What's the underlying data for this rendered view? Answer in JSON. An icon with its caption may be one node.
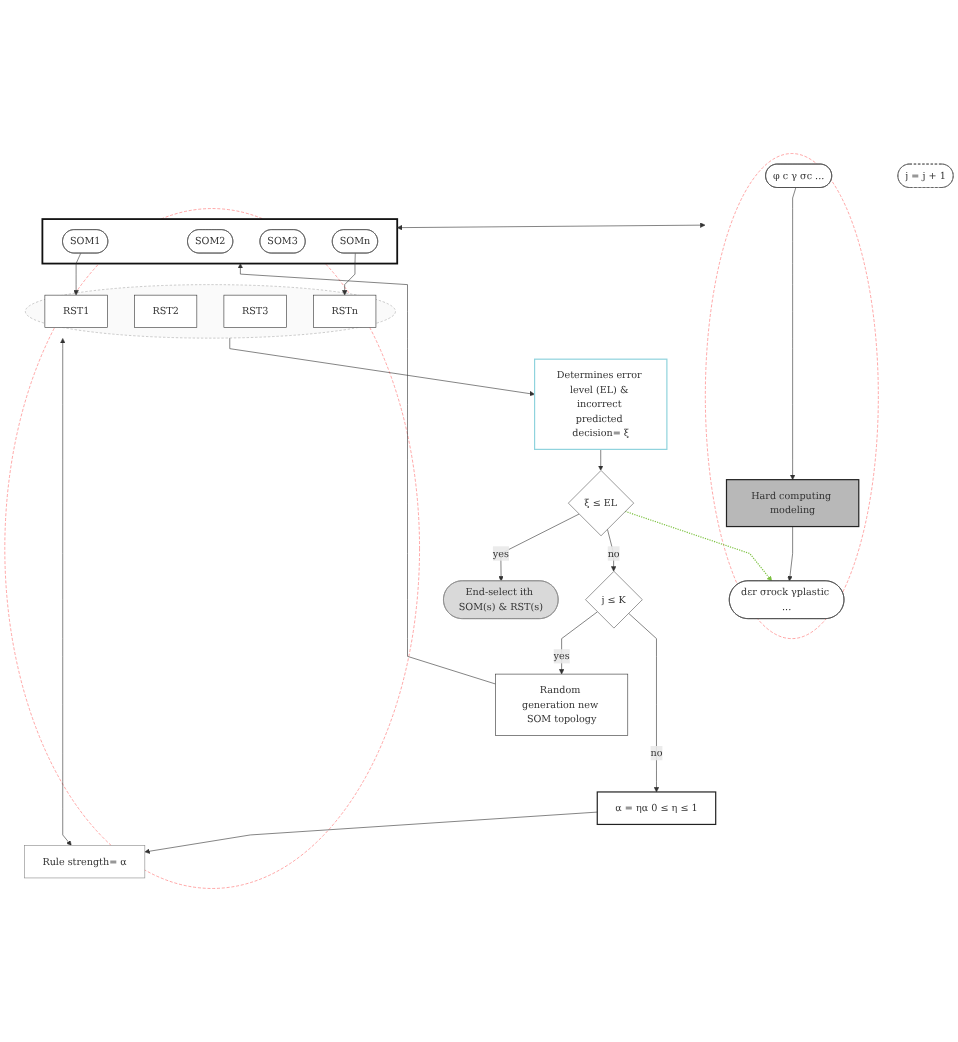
{
  "diagram": {
    "nodes": [
      {
        "text": [],
        "shape": "circle"
      },
      {
        "text": [
          "φ c γ σc ..."
        ],
        "in": 0
      },
      {
        "text": [
          "Hard computing modeling"
        ],
        "in": 0
      },
      {
        "text": [
          "dεr σrock γplastic ..."
        ],
        "in": 0
      },
      {
        "text": [],
        "shape": "circle"
      },
      {
        "text": [],
        "shape": "box",
        "in": 4
      },
      {
        "text": [
          "SOM1"
        ],
        "in": 5
      },
      {
        "text": [
          "SOM2"
        ],
        "in": 5
      },
      {
        "text": [
          "SOM3"
        ],
        "in": 5
      },
      {
        "text": [
          "SOMn"
        ],
        "in": 5
      },
      {
        "text": [],
        "shape": "circle",
        "in": 4
      },
      {
        "text": [
          "RST1"
        ],
        "in": 10
      },
      {
        "text": [
          "RST2"
        ],
        "in": 10
      },
      {
        "text": [
          "RST3"
        ],
        "in": 10
      },
      {
        "text": [
          "RSTn"
        ],
        "in": 10
      },
      {
        "text": [
          "Rule strength= α"
        ],
        "in": 4
      },
      {
        "text": [
          "Random generation new SOM topology"
        ]
      },
      {
        "text": [
          "Determines error level (EL) & incorrect predicted decision= ξ"
        ]
      },
      {
        "text": [
          "ξ ≤ EL"
        ]
      },
      {
        "text": [
          "j = j + 1"
        ]
      },
      {
        "text": [
          "j ≤ K"
        ]
      },
      {
        "text": [
          "End-select ith SOM(s) & RST(s)"
        ]
      },
      {
        "text": [
          "α = ηα 0 ≤ η ≤ 1"
        ]
      }
    ],
    "edges": [
      {
        "from": 1,
        "to": 2,
        "arrow": "to"
      },
      {
        "from": 2,
        "to": 3,
        "arrow": "to"
      },
      {
        "from": 0,
        "to": 5,
        "arrow": "both"
      },
      {
        "from": 16,
        "to": 5,
        "arrow": "to"
      },
      {
        "from": 6,
        "to": 11,
        "arrow": "to"
      },
      {
        "from": 9,
        "to": 14,
        "arrow": "to"
      },
      {
        "from": 10,
        "to": 15,
        "arrow": "both"
      },
      {
        "from": 10,
        "to": 17,
        "arrow": "to"
      },
      {
        "from": 17,
        "to": 18,
        "arrow": "to"
      },
      {
        "from": 18,
        "to": 21,
        "arrow": "to",
        "label": "yes"
      },
      {
        "from": 18,
        "to": 20,
        "arrow": "to",
        "label": "no"
      },
      {
        "from": 20,
        "to": 16,
        "arrow": "to",
        "label": "yes"
      },
      {
        "from": 20,
        "to": 22,
        "arrow": "to",
        "label": "no"
      },
      {
        "from": 22,
        "to": 15,
        "arrow": "to"
      },
      {
        "from": 18,
        "to": 3,
        "arrow": "to",
        "style": "dashed",
        "color": "#7dc242"
      }
    ]
  }
}
